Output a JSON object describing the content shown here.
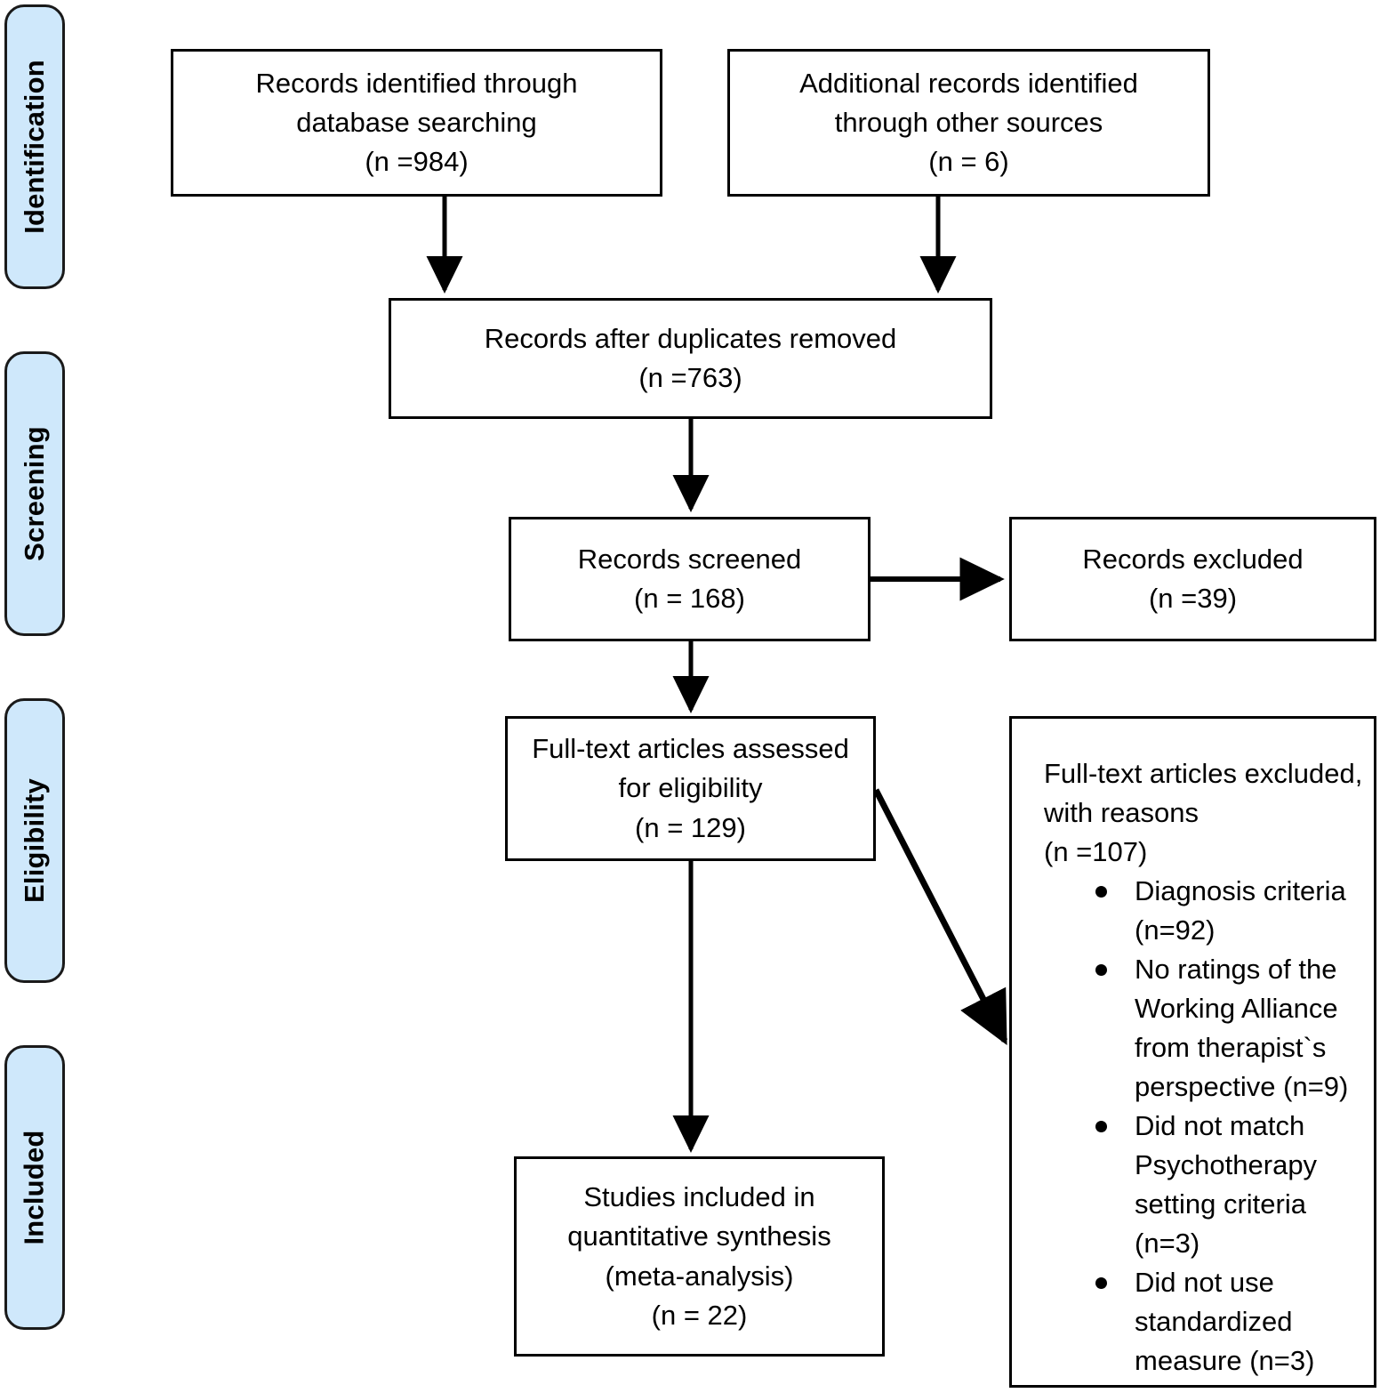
{
  "diagram": {
    "title": "PRISMA flow diagram",
    "accent_color": "#cfe8fb",
    "line_color": "#000000"
  },
  "stages": [
    {
      "id": "identification",
      "label": "Identification"
    },
    {
      "id": "screening",
      "label": "Screening"
    },
    {
      "id": "eligibility",
      "label": "Eligibility"
    },
    {
      "id": "included",
      "label": "Included"
    }
  ],
  "boxes": {
    "database_records": {
      "line1": "Records identified through",
      "line2": "database searching",
      "line3": "(n =984)"
    },
    "other_records": {
      "line1": "Additional records identified",
      "line2": "through other sources",
      "line3": "(n = 6)"
    },
    "after_duplicates": {
      "line1": "Records after duplicates removed",
      "line2": "(n =763)"
    },
    "records_screened": {
      "line1": "Records screened",
      "line2": "(n = 168)"
    },
    "records_excluded": {
      "line1": "Records excluded",
      "line2": "(n =39)"
    },
    "fulltext_assessed": {
      "line1": "Full-text articles assessed",
      "line2": "for eligibility",
      "line3": "(n = 129)"
    },
    "studies_included": {
      "line1": "Studies included in",
      "line2": "quantitative synthesis",
      "line3": "(meta-analysis)",
      "line4": "(n = 22)"
    },
    "fulltext_excluded": {
      "head1": "Full-text articles excluded,",
      "head2": "with reasons",
      "head3": "(n =107)",
      "reasons": [
        "Diagnosis criteria (n=92)",
        "No ratings of the Working Alliance from therapist`s perspective (n=9)",
        "Did not match Psychotherapy setting criteria (n=3)",
        "Did not use standardized measure (n=3)"
      ]
    }
  },
  "connectors": [
    {
      "id": "db-to-dedup",
      "from": "database_records",
      "to": "after_duplicates",
      "kind": "arrow-down"
    },
    {
      "id": "other-to-dedup",
      "from": "other_records",
      "to": "after_duplicates",
      "kind": "arrow-down"
    },
    {
      "id": "dedup-to-screened",
      "from": "after_duplicates",
      "to": "records_screened",
      "kind": "arrow-down"
    },
    {
      "id": "screened-to-excluded",
      "from": "records_screened",
      "to": "records_excluded",
      "kind": "arrow-right"
    },
    {
      "id": "screened-to-fulltext",
      "from": "records_screened",
      "to": "fulltext_assessed",
      "kind": "arrow-down"
    },
    {
      "id": "fulltext-to-included",
      "from": "fulltext_assessed",
      "to": "studies_included",
      "kind": "arrow-down"
    },
    {
      "id": "fulltext-to-excluded",
      "from": "fulltext_assessed",
      "to": "fulltext_excluded",
      "kind": "arrow-diagonal"
    }
  ]
}
